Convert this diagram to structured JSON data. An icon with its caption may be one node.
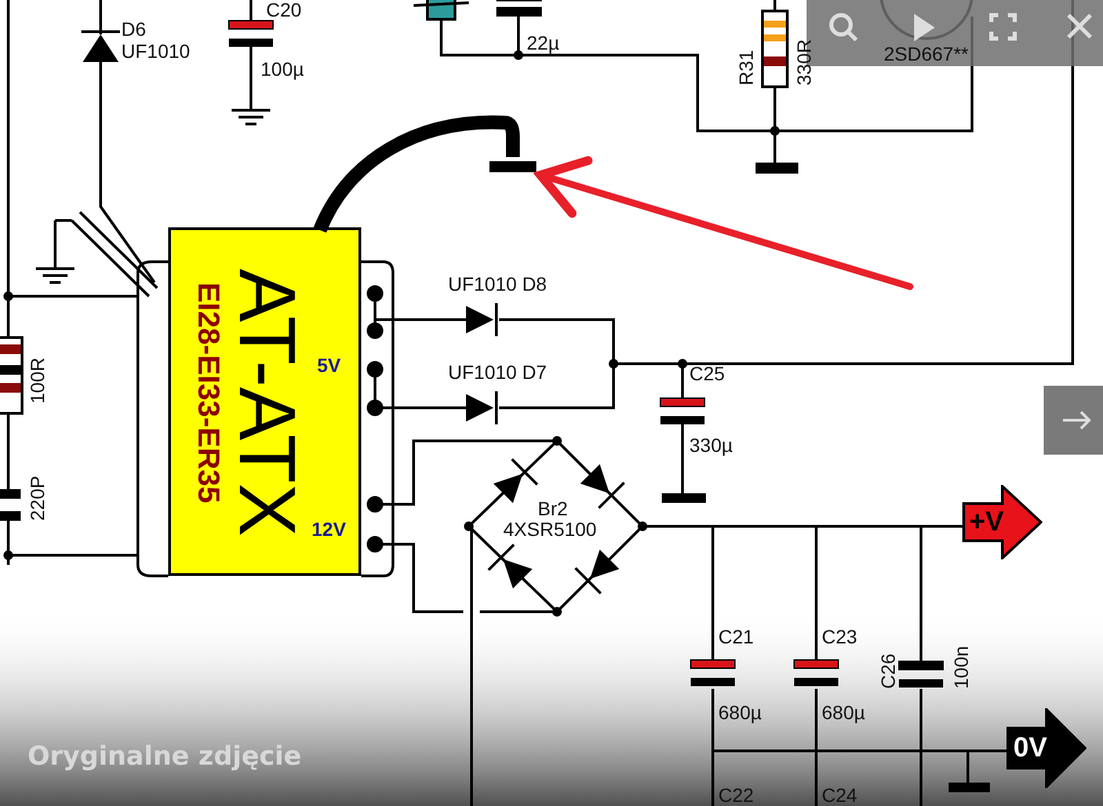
{
  "diagram": {
    "nodes": [
      {
        "text": [],
        "shape": "bar"
      },
      {
        "text": [
          "AT-ATX",
          "EI28-EI33-ER35"
        ]
      },
      {
        "text": [
          "+V"
        ]
      },
      {
        "text": [
          "0V"
        ]
      }
    ],
    "edges": [
      {
        "from": null,
        "to": 0,
        "arrow": "to",
        "color": "#e8202a"
      },
      {
        "from": 1,
        "to": 0,
        "arrow": "none",
        "style": "thick",
        "color": "#000000"
      }
    ],
    "labels": [
      "C20",
      "D6",
      "UF1010",
      "22µ",
      "100µ",
      "R31",
      "330R",
      "2SD667**",
      "100R",
      "UF1010 D8",
      "5V",
      "UF1010 D7",
      "C25",
      "330µ",
      "220P",
      "12V",
      "Br2",
      "4XSR5100",
      "C21",
      "C23",
      "C26",
      "100n",
      "680µ",
      "680µ",
      "C22",
      "C24",
      "Oryginalne zdjęcie"
    ]
  }
}
